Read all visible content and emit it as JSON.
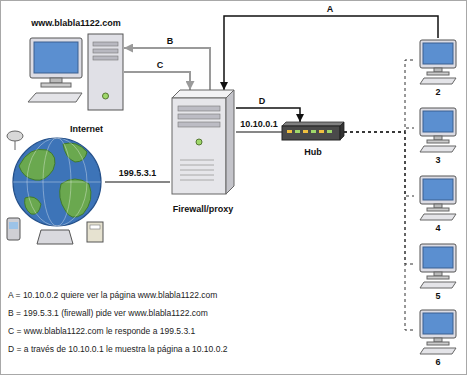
{
  "diagram": {
    "nodes": [
      {
        "text": [
          "www.blabla1122.com"
        ]
      },
      {
        "text": [
          "Internet"
        ]
      },
      {
        "text": [
          "Firewall/proxy"
        ]
      },
      {
        "text": [
          "Hub"
        ]
      },
      {
        "text": [
          "2"
        ]
      },
      {
        "text": [
          "3"
        ]
      },
      {
        "text": [
          "4"
        ]
      },
      {
        "text": [
          "5"
        ]
      },
      {
        "text": [
          "6"
        ]
      }
    ],
    "edges": [
      {
        "from": 4,
        "to": 2,
        "label": "A",
        "arrow": "to"
      },
      {
        "from": 2,
        "to": 0,
        "label": "B",
        "arrow": "to"
      },
      {
        "from": 0,
        "to": 2,
        "label": "C",
        "arrow": "to"
      },
      {
        "from": 2,
        "to": 3,
        "label": "D",
        "arrow": "to"
      },
      {
        "from": 1,
        "to": 2,
        "label": "199.5.3.1",
        "arrow": "none"
      },
      {
        "from": 2,
        "to": 3,
        "label": "10.10.0.1",
        "arrow": "none"
      },
      {
        "from": 3,
        "to": 4,
        "arrow": "none"
      },
      {
        "from": 3,
        "to": 5,
        "arrow": "none"
      },
      {
        "from": 3,
        "to": 6,
        "arrow": "none"
      },
      {
        "from": 3,
        "to": 7,
        "arrow": "none"
      },
      {
        "from": 3,
        "to": 8,
        "arrow": "none"
      }
    ],
    "labels": [
      "A = 10.10.0.2 quiere ver la página www.blabla1122.com",
      "B = 199.5.3.1 (firewall) pide ver www.blabla1122.com",
      "C = www.blabla1122.com le responde a 199.5.3.1",
      "D = a través de 10.10.0.1 le muestra la página a 10.10.0.2"
    ]
  }
}
